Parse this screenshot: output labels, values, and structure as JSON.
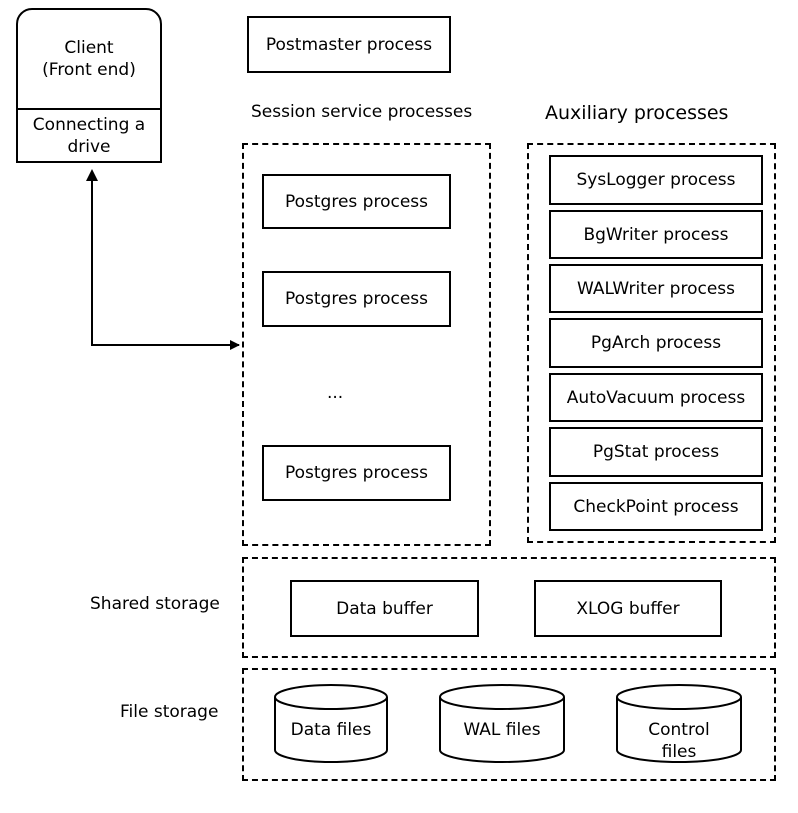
{
  "client": {
    "title": "Client\n(Front end)",
    "sub": "Connecting a\ndrive"
  },
  "postmaster": "Postmaster process",
  "session": {
    "label": "Session service processes",
    "processes": [
      "Postgres process",
      "Postgres process",
      "Postgres process"
    ],
    "ellipsis": "..."
  },
  "auxiliary": {
    "label": "Auxiliary processes",
    "processes": [
      "SysLogger process",
      "BgWriter process",
      "WALWriter process",
      "PgArch process",
      "AutoVacuum process",
      "PgStat process",
      "CheckPoint process"
    ]
  },
  "shared": {
    "label": "Shared storage",
    "data_buffer": "Data buffer",
    "xlog_buffer": "XLOG buffer"
  },
  "files": {
    "label": "File storage",
    "data_files": "Data files",
    "wal_files": "WAL files",
    "control_files": "Control\nfiles"
  }
}
